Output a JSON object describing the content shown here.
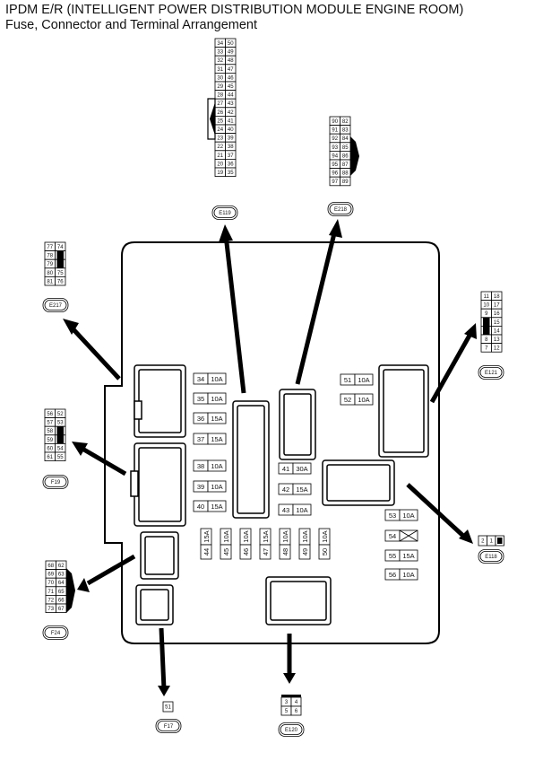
{
  "header": {
    "title": "IPDM E/R (INTELLIGENT POWER DISTRIBUTION MODULE ENGINE ROOM)",
    "subtitle": "Fuse, Connector and Terminal Arrangement"
  },
  "connectors": [
    {
      "id": "E119",
      "grid": [
        [
          "34",
          "50"
        ],
        [
          "33",
          "49"
        ],
        [
          "32",
          "48"
        ],
        [
          "31",
          "47"
        ],
        [
          "30",
          "46"
        ],
        [
          "29",
          "45"
        ],
        [
          "28",
          "44"
        ],
        [
          "27",
          "43"
        ],
        [
          "26",
          "42"
        ],
        [
          "25",
          "41"
        ],
        [
          "24",
          "40"
        ],
        [
          "23",
          "39"
        ],
        [
          "22",
          "38"
        ],
        [
          "21",
          "37"
        ],
        [
          "20",
          "36"
        ],
        [
          "19",
          "35"
        ]
      ]
    },
    {
      "id": "E218",
      "grid": [
        [
          "90",
          "82"
        ],
        [
          "91",
          "83"
        ],
        [
          "92",
          "84"
        ],
        [
          "93",
          "85"
        ],
        [
          "94",
          "86"
        ],
        [
          "95",
          "87"
        ],
        [
          "96",
          "88"
        ],
        [
          "97",
          "89"
        ]
      ]
    },
    {
      "id": "E217",
      "grid": [
        [
          "77",
          "74"
        ],
        [
          "78",
          ""
        ],
        [
          "79",
          ""
        ],
        [
          "80",
          "75"
        ],
        [
          "81",
          "76"
        ]
      ]
    },
    {
      "id": "F19",
      "grid": [
        [
          "56",
          "52"
        ],
        [
          "57",
          "53"
        ],
        [
          "58",
          ""
        ],
        [
          "59",
          ""
        ],
        [
          "60",
          "54"
        ],
        [
          "61",
          "55"
        ]
      ]
    },
    {
      "id": "E121",
      "grid": [
        [
          "11",
          "18"
        ],
        [
          "10",
          "17"
        ],
        [
          "9",
          "16"
        ],
        [
          "",
          "15"
        ],
        [
          "",
          "14"
        ],
        [
          "8",
          "13"
        ],
        [
          "7",
          "12"
        ]
      ]
    },
    {
      "id": "F24",
      "grid": [
        [
          "68",
          "62"
        ],
        [
          "69",
          "63"
        ],
        [
          "70",
          "64"
        ],
        [
          "71",
          "65"
        ],
        [
          "72",
          "66"
        ],
        [
          "73",
          "67"
        ]
      ]
    },
    {
      "id": "E118",
      "grid": [
        [
          "2",
          "1",
          ""
        ]
      ]
    },
    {
      "id": "F17",
      "grid": [
        [
          "51"
        ]
      ]
    },
    {
      "id": "E120",
      "grid": [
        [
          "3",
          "4"
        ],
        [
          "5",
          "6"
        ]
      ]
    }
  ],
  "fuses_left": [
    {
      "num": "34",
      "amp": "10A"
    },
    {
      "num": "35",
      "amp": "10A"
    },
    {
      "num": "36",
      "amp": "15A"
    },
    {
      "num": "37",
      "amp": "15A"
    },
    {
      "num": "38",
      "amp": "10A"
    },
    {
      "num": "39",
      "amp": "10A"
    },
    {
      "num": "40",
      "amp": "15A"
    }
  ],
  "fuses_mid": [
    {
      "num": "41",
      "amp": "30A"
    },
    {
      "num": "42",
      "amp": "15A"
    },
    {
      "num": "43",
      "amp": "10A"
    }
  ],
  "fuses_top_right": [
    {
      "num": "51",
      "amp": "10A"
    },
    {
      "num": "52",
      "amp": "10A"
    }
  ],
  "fuses_vertical": [
    {
      "num": "44",
      "amp": "15A"
    },
    {
      "num": "45",
      "amp": "10A"
    },
    {
      "num": "46",
      "amp": "10A"
    },
    {
      "num": "47",
      "amp": "15A"
    },
    {
      "num": "48",
      "amp": "10A"
    },
    {
      "num": "49",
      "amp": "10A"
    },
    {
      "num": "50",
      "amp": "10A"
    }
  ],
  "fuses_right": [
    {
      "num": "53",
      "amp": "10A"
    },
    {
      "num": "54",
      "amp": ""
    },
    {
      "num": "55",
      "amp": "15A"
    },
    {
      "num": "56",
      "amp": "10A"
    }
  ]
}
